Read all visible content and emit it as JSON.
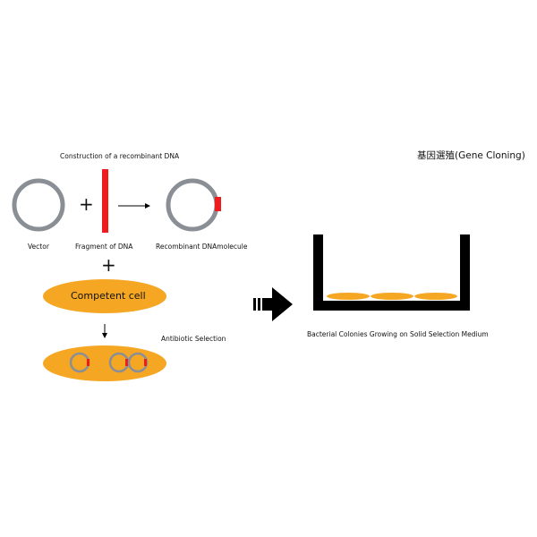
{
  "title": "基因選殖(Gene Cloning)",
  "construction_title": "Construction of a recombinant DNA",
  "labels": {
    "vector": "Vector",
    "fragment": "Fragment of DNA",
    "recombinant": "Recombinant DNAmolecule",
    "competent_cell": "Competent cell",
    "antibiotic_selection": "Antibiotic Selection",
    "colonies": "Bacterial Colonies Growing on Solid Selection Medium"
  },
  "symbols": {
    "plus": "+"
  },
  "colors": {
    "dna_ring": "#8a8f96",
    "dna_fragment": "#ee1c1c",
    "cell": "#f5a623",
    "dish": "#000000",
    "arrow": "#000000"
  }
}
